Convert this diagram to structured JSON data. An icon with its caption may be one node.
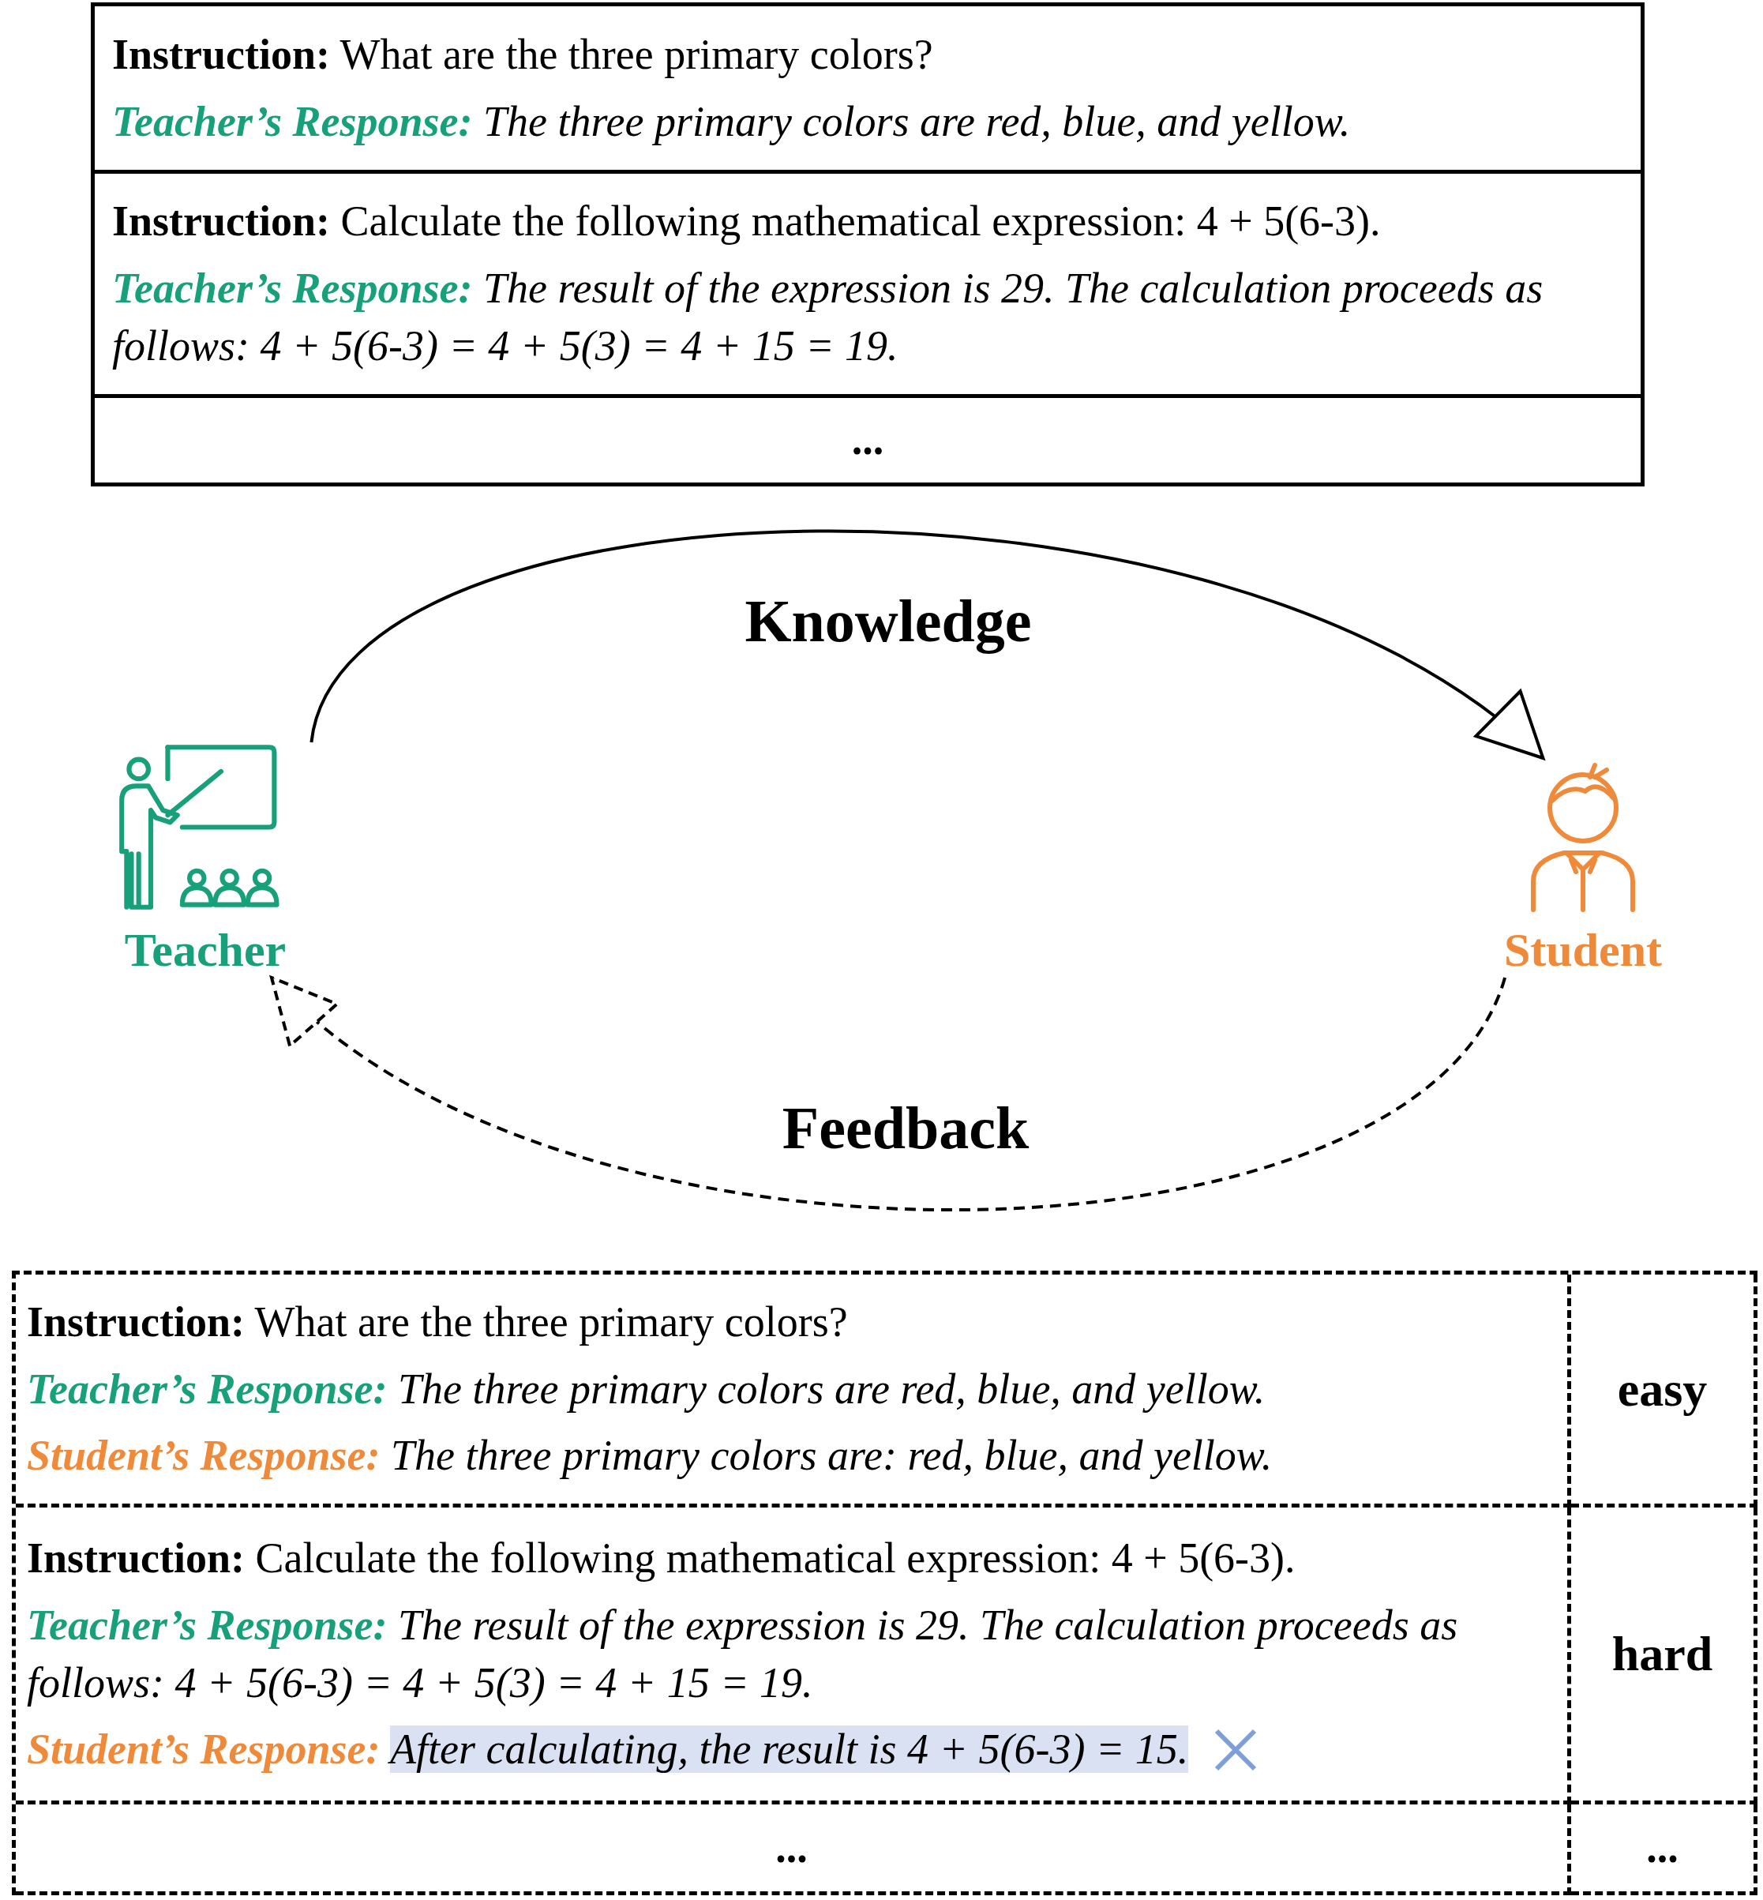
{
  "diagram": {
    "nodes": [
      {
        "text": [
          "Teacher"
        ]
      },
      {
        "text": [
          "Student"
        ]
      }
    ],
    "edges": [
      {
        "from": 0,
        "to": 1,
        "arrow": "to",
        "label": "Knowledge"
      },
      {
        "from": 1,
        "to": 0,
        "arrow": "to",
        "label": "Feedback",
        "style": "dashed"
      }
    ],
    "labels": [
      "**Instruction:** What are the three primary colors?",
      "**Teacher’s Response:** The three primary colors are red, blue, and yellow.",
      "**Instruction:** Calculate the following mathematical expression: 4 + 5(6-3).",
      "**Teacher’s Response:** The result of the expression is 29. The calculation proceeds as follows: 4 + 5(6-3) = 4 + 5(3) = 4 + 15 = 19.",
      "...",
      "**Instruction:** What are the three primary colors?",
      "**Teacher’s Response:** The three primary colors are red, blue, and yellow.",
      "**Student’s Response:** The three primary colors are: red, blue, and yellow.",
      "easy",
      "**Instruction:** Calculate the following mathematical expression: 4 + 5(6-3).",
      "**Teacher’s Response:** The result of the expression is 29. The calculation proceeds as follows: 4 + 5(6-3) = 4 + 5(3) = 4 + 15 = 19.",
      "**Student’s Response:** After calculating, the result is 4 + 5(6-3) = 15.",
      "hard",
      "...",
      "..."
    ]
  }
}
